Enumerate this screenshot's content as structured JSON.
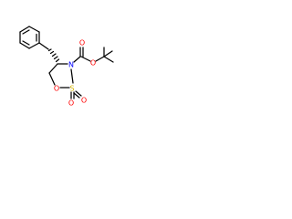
{
  "molecule": {
    "atoms": {
      "n": {
        "label": "N",
        "color": "#0000ff"
      },
      "s": {
        "label": "S",
        "color": "#d6b400"
      },
      "o_ring": {
        "label": "O",
        "color": "#ff0000"
      },
      "o_sulfonyl_1": {
        "label": "O",
        "color": "#ff0000"
      },
      "o_sulfonyl_2": {
        "label": "O",
        "color": "#ff0000"
      },
      "o_carbonyl": {
        "label": "O",
        "color": "#ff0000"
      },
      "o_ester": {
        "label": "O",
        "color": "#ff0000"
      }
    }
  }
}
